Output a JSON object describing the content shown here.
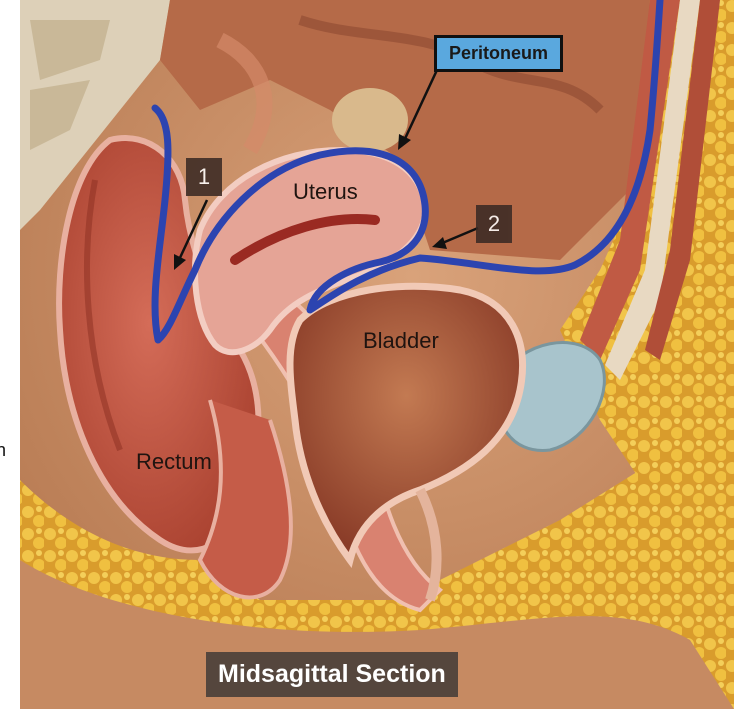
{
  "labels": {
    "peritoneum": "Peritoneum",
    "uterus": "Uterus",
    "bladder": "Bladder",
    "rectum": "Rectum",
    "marker_1": "1",
    "marker_2": "2",
    "caption": "Midsagittal Section",
    "edge_fragment": "n"
  },
  "colors": {
    "peritoneum_line": "#2c44b0",
    "callout_fill": "#5aa8de",
    "background_tissue": "#c98a5e",
    "fat": "#e8b43a",
    "muscle": "#b8503c"
  }
}
